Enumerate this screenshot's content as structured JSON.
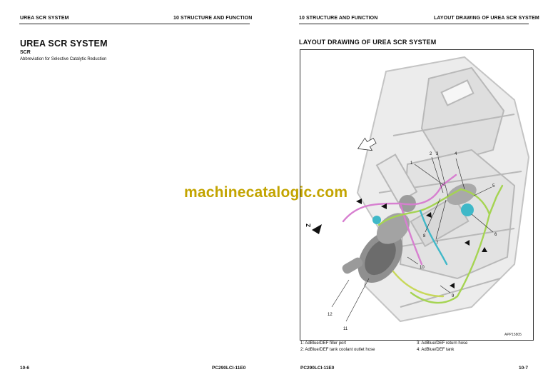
{
  "left_page": {
    "header_left": "UREA SCR SYSTEM",
    "header_right": "10 STRUCTURE AND FUNCTION",
    "title": "UREA SCR SYSTEM",
    "subtitle": "SCR",
    "description": "Abbreviation for Selective Catalytic Reduction",
    "footer_page": "10-6",
    "footer_code": "PC290LCI-11E0"
  },
  "right_page": {
    "header_left": "10 STRUCTURE AND FUNCTION",
    "header_right": "LAYOUT DRAWING OF UREA SCR SYSTEM",
    "title": "LAYOUT DRAWING OF UREA SCR SYSTEM",
    "figure": {
      "image_id": "APP15805",
      "view_label": "Z",
      "callouts": [
        "1",
        "2",
        "3",
        "4",
        "5",
        "6",
        "7",
        "8",
        "9",
        "10",
        "11",
        "12"
      ]
    },
    "legend": [
      "1: AdBlue/DEF filler port",
      "2: AdBlue/DEF tank coolant outlet hose",
      "3: AdBlue/DEF return hose",
      "4: AdBlue/DEF tank"
    ],
    "footer_code": "PC290LCI-11E0",
    "footer_page": "10-7"
  },
  "watermark": "machinecatalogic.com",
  "colors": {
    "watermark": "#c3a400",
    "hose_pink": "#d77fd0",
    "hose_green": "#a5d452",
    "hose_cyan": "#3fb8c8",
    "frame_gray": "#b8b8b8"
  }
}
